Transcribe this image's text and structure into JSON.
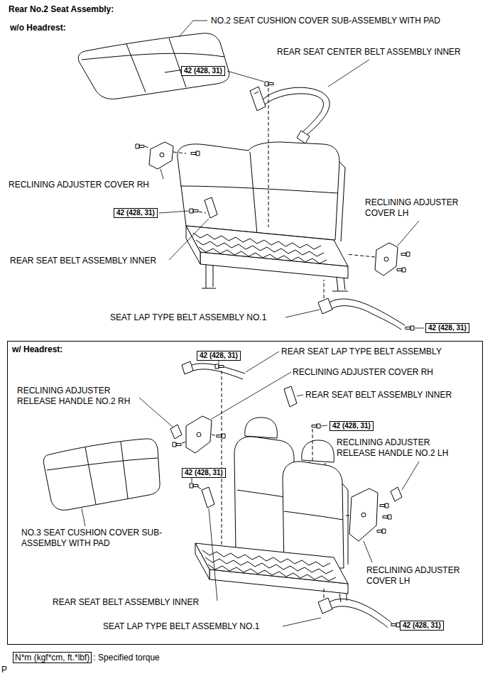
{
  "diagram": {
    "title": "Rear No.2 Seat Assembly:",
    "nodes": [
      {
        "text": [
          "42 (428, 31)"
        ]
      },
      {
        "text": [
          "42 (428, 31)"
        ]
      },
      {
        "text": [
          "42 (428, 31)"
        ]
      },
      {
        "text": [
          "w/ Headrest:"
        ]
      },
      {
        "text": [
          "42 (428, 31)"
        ],
        "in": 3
      },
      {
        "text": [
          "42 (428, 31)"
        ],
        "in": 3
      },
      {
        "text": [
          "42 (428, 31)"
        ],
        "in": 3
      },
      {
        "text": [
          "42 (428, 31)"
        ],
        "in": 3
      },
      {
        "text": [
          "N*m (kgf*cm, ft.*lbf)"
        ]
      }
    ],
    "labels": [
      "w/o Headrest:",
      "NO.2 SEAT CUSHION COVER SUB-ASSEMBLY WITH PAD",
      "REAR SEAT CENTER BELT ASSEMBLY INNER",
      "RECLINING ADJUSTER COVER RH",
      "RECLINING ADJUSTER COVER LH",
      "REAR SEAT BELT ASSEMBLY INNER",
      "SEAT LAP TYPE BELT ASSEMBLY NO.1",
      "REAR SEAT LAP TYPE BELT ASSEMBLY",
      "RECLINING ADJUSTER COVER RH",
      "RECLINING ADJUSTER RELEASE HANDLE NO.2 RH",
      "REAR SEAT BELT ASSEMBLY INNER",
      "RECLINING ADJUSTER RELEASE HANDLE NO.2 LH",
      "NO.3 SEAT CUSHION COVER SUB-ASSEMBLY WITH PAD",
      "RECLINING ADJUSTER COVER LH",
      "REAR SEAT BELT ASSEMBLY INNER",
      "SEAT LAP TYPE BELT ASSEMBLY NO.1",
      ": Specified torque",
      "P"
    ]
  }
}
